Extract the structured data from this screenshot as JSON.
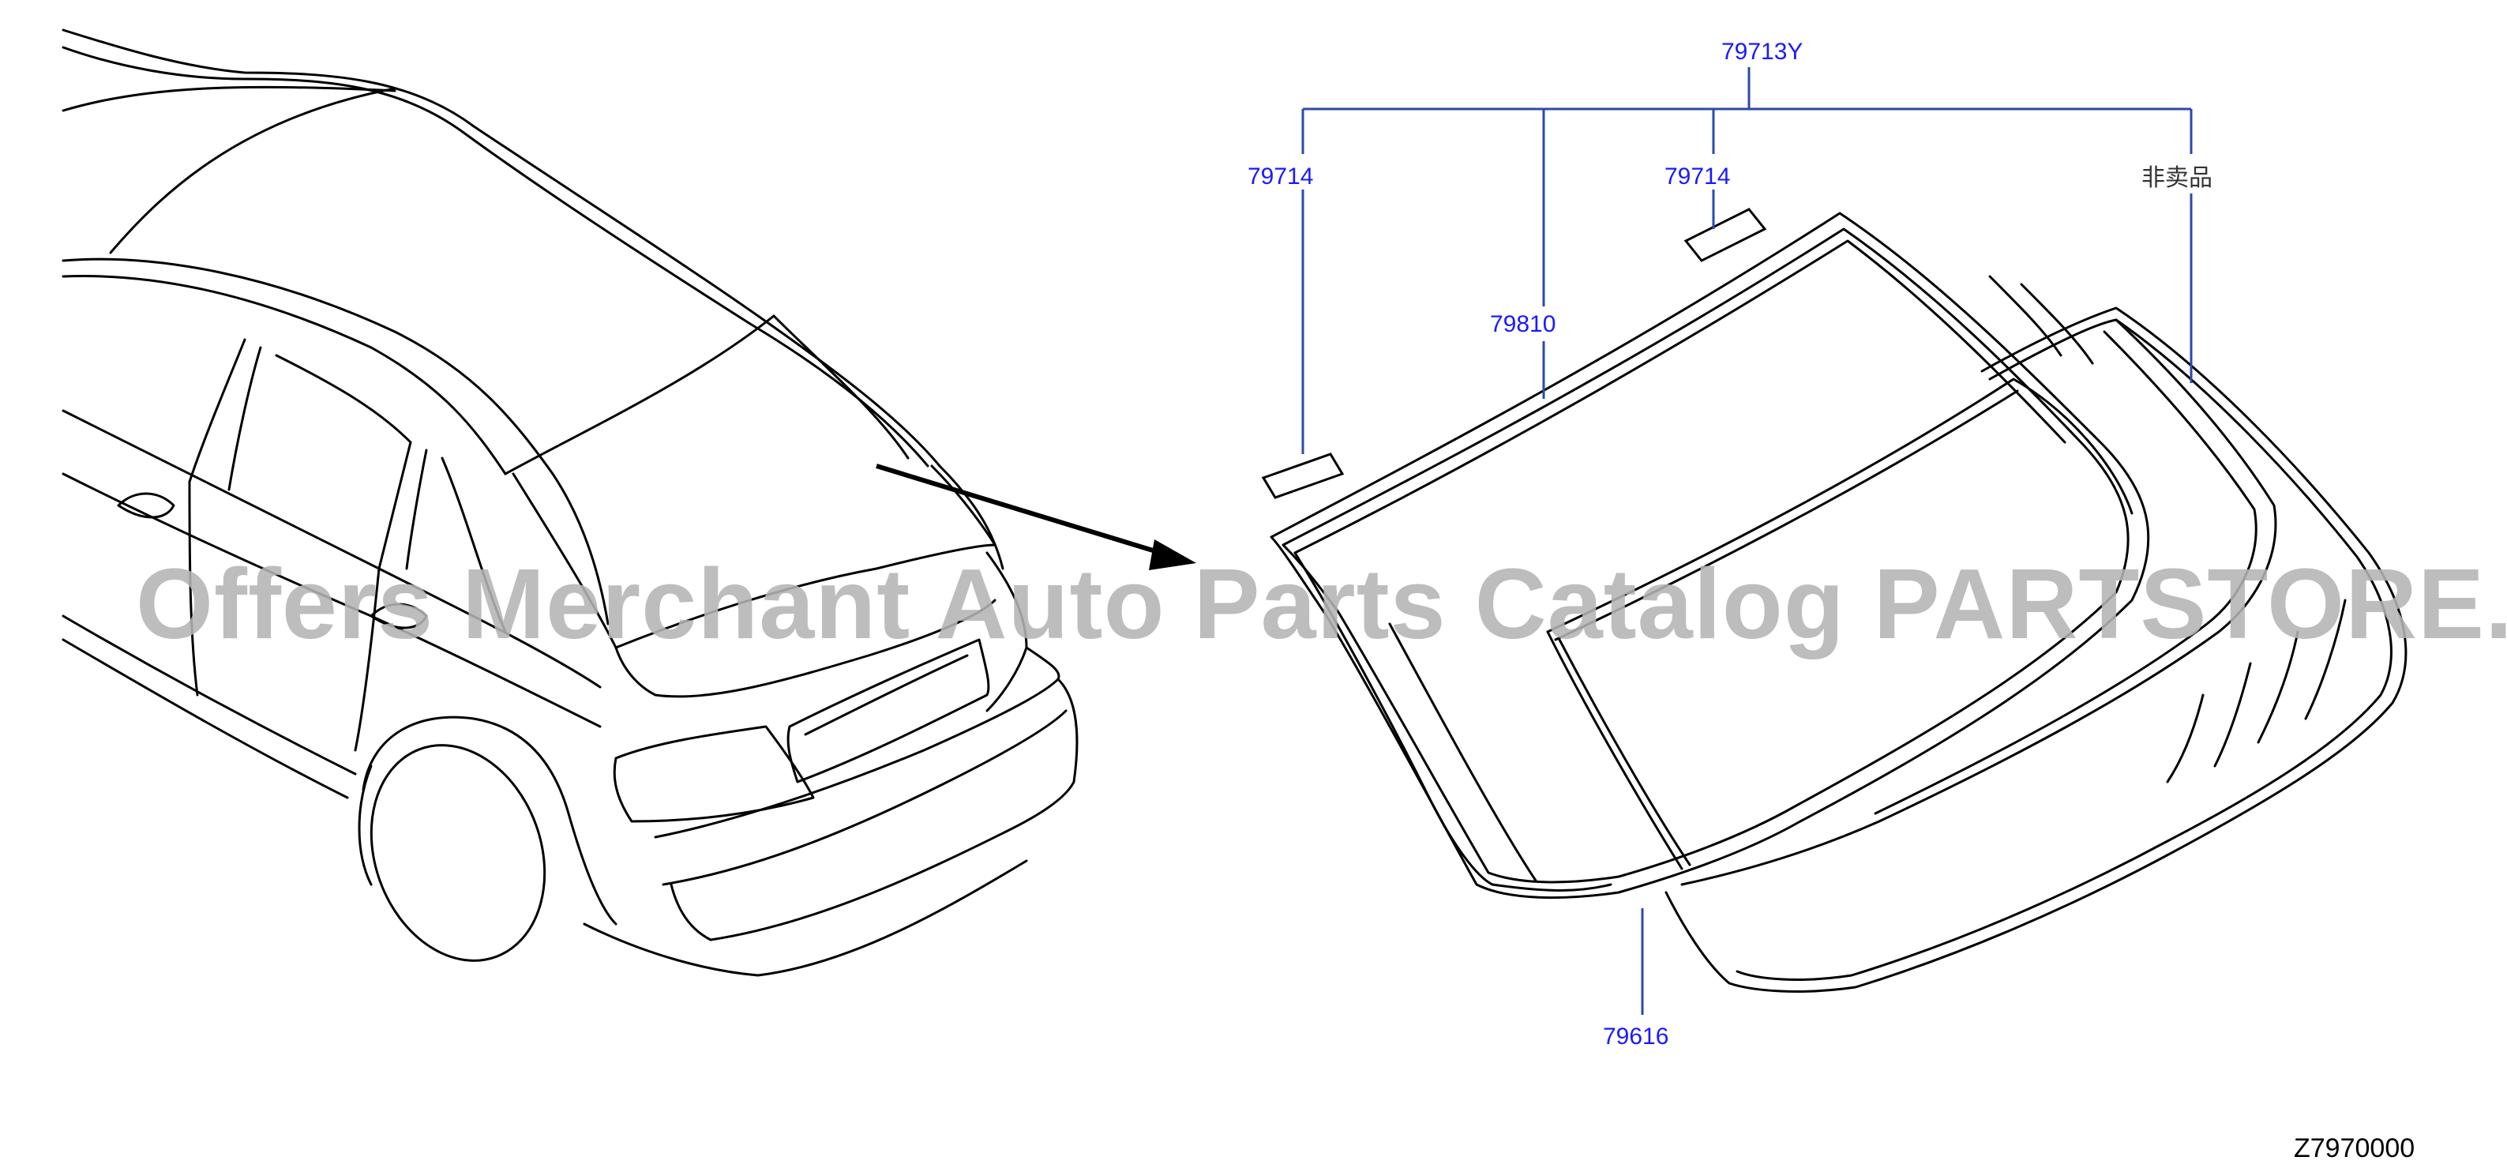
{
  "colors": {
    "callout_text": "#1a1aff",
    "leader_line": "#2b4aa8",
    "line_art": "#000000",
    "watermark": "#b4b4b4"
  },
  "callouts": {
    "assembly": "79713Y",
    "clip_left": "79714",
    "clip_right": "79714",
    "glass": "79810",
    "not_for_sale": "非卖品",
    "moulding": "79616"
  },
  "drawing_code": "Z7970000",
  "watermark": "Offers Merchant Auto Parts Catalog PARTSTORE.SA"
}
